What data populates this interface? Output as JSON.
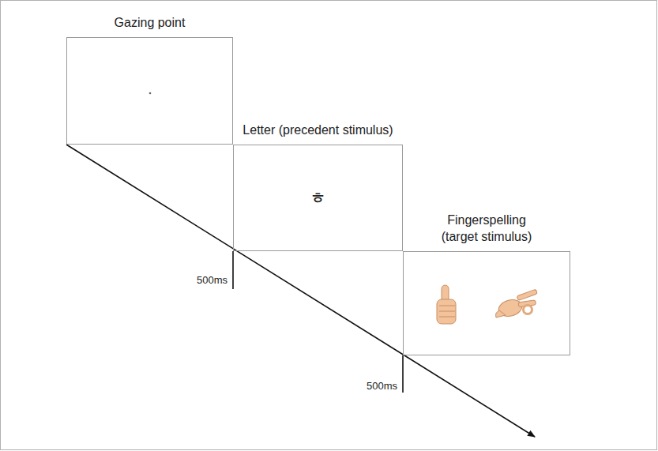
{
  "diagram": {
    "nodes": [
      {
        "text": [
          "Gazing point"
        ]
      },
      {
        "text": [
          "Letter (precedent stimulus)",
          "ㅎ"
        ]
      },
      {
        "text": [
          "Fingerspelling (target stimulus)"
        ]
      }
    ],
    "labels": [
      "500ms",
      "500ms"
    ]
  }
}
